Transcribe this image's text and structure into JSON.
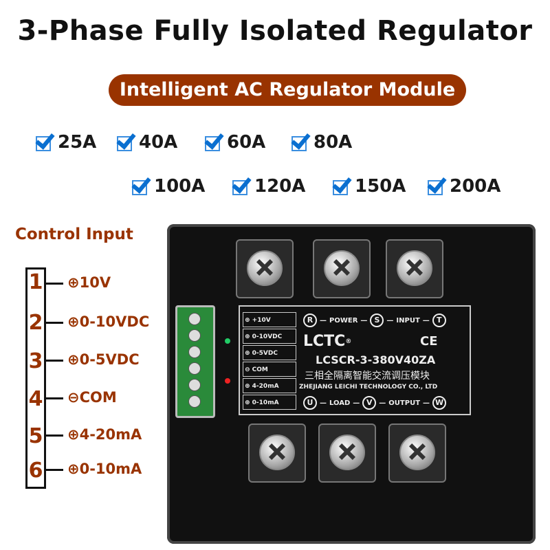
{
  "title": "3-Phase Fully Isolated Regulator",
  "subtitle": "Intelligent AC Regulator Module",
  "ratings": [
    "25A",
    "40A",
    "60A",
    "80A",
    "100A",
    "120A",
    "150A",
    "200A"
  ],
  "control_input": {
    "heading": "Control Input",
    "pins": [
      {
        "num": "1",
        "label": "⊕10V"
      },
      {
        "num": "2",
        "label": "⊕0-10VDC"
      },
      {
        "num": "3",
        "label": "⊕0-5VDC"
      },
      {
        "num": "4",
        "label": "⊖COM"
      },
      {
        "num": "5",
        "label": "⊕4-20mA"
      },
      {
        "num": "6",
        "label": "⊕0-10mA"
      }
    ]
  },
  "module_label": {
    "terminals": [
      "⊕ +10V",
      "⊕ 0-10VDC",
      "⊕ 0-5VDC",
      "⊖ COM",
      "⊕ 4-20mA",
      "⊕ 0-10mA"
    ],
    "input_row": {
      "r": "R",
      "power": "POWER",
      "s": "S",
      "input": "INPUT",
      "t": "T"
    },
    "brand": "LCTC",
    "reg": "®",
    "ce": "CE",
    "model": "LCSCR-3-380V40ZA",
    "chinese": "三相全隔离智能交流调压模块",
    "company": "ZHEJIANG LEICHI TECHNOLOGY CO., LTD",
    "output_row": {
      "u": "U",
      "load": "LOAD",
      "v": "V",
      "output": "OUTPUT",
      "w": "W"
    }
  },
  "colors": {
    "accent": "#993300",
    "check": "#0a6fd0"
  }
}
